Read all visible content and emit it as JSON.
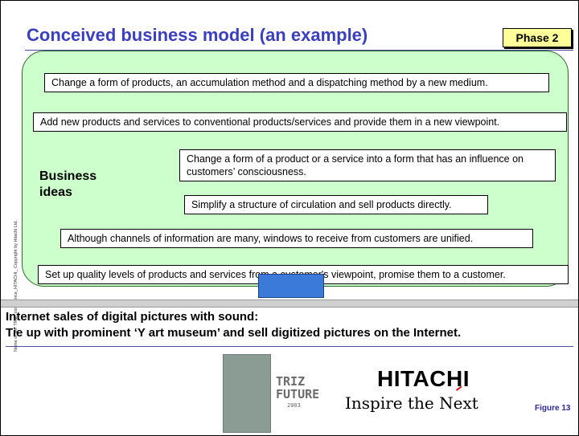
{
  "header": {
    "title": "Conceived business model (an example)",
    "phase_badge": "Phase 2"
  },
  "ideas_panel": {
    "label": "Business\nideas",
    "items": [
      "Change a form of products, an accumulation method and a dispatching method by a new medium.",
      "Add new products and services to conventional products/services and provide them in a new viewpoint.",
      "Change a form of a product or a service into a form that has an influence on customers’ consciousness.",
      "Simplify a structure of circulation and sell products directly.",
      "Although channels of information are many, windows to receive from customers are unified.",
      "Set up quality levels of products and services from a customer's viewpoint, promise them to a customer."
    ]
  },
  "side_note": "Name of file: TRIZ_conference_HITACHI_  Copyright by Hitachi Ltd.",
  "result": {
    "line1": "Internet sales of digital pictures with sound:",
    "line2": "Tie up with prominent ‘Y art museum’ and sell digitized pictures on the Internet."
  },
  "footer": {
    "triz_logo_text": "TRIZ FUTURE",
    "triz_year": "2003",
    "brand": "HITACHI",
    "tagline": "Inspire the Next",
    "figure_label": "Figure 13"
  },
  "colors": {
    "title": "#3a3fbf",
    "phase_badge_bg": "#ffff99",
    "panel_bg": "#ccffcc",
    "arrow": "#3b7ad9"
  }
}
